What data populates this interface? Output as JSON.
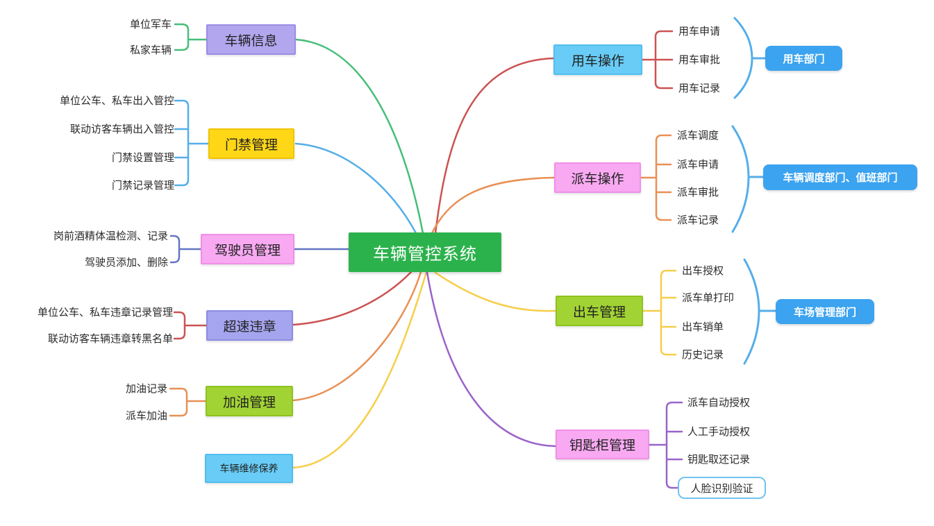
{
  "center": {
    "label": "车辆管控系统",
    "color": "#2CB24C"
  },
  "left_branches": [
    {
      "label": "车辆信息",
      "box_color": "#B2A6EE",
      "border_color": "#9C8CE6",
      "line_color": "#45BE78",
      "children": [
        "单位军车",
        "私家车辆"
      ]
    },
    {
      "label": "门禁管理",
      "box_color": "#FFD716",
      "border_color": "#F0C400",
      "line_color": "#54AEE9",
      "children": [
        "单位公车、私车出入管控",
        "联动访客车辆出入管控",
        "门禁设置管理",
        "门禁记录管理"
      ]
    },
    {
      "label": "驾驶员管理",
      "box_color": "#F8A9F1",
      "border_color": "#F08FE8",
      "line_color": "#6276C4",
      "children": [
        "岗前酒精体温检测、记录",
        "驾驶员添加、删除"
      ]
    },
    {
      "label": "超速违章",
      "box_color": "#A5A5EF",
      "border_color": "#8C8CE0",
      "line_color": "#CC5252",
      "children": [
        "单位公车、私车违章记录管理",
        "联动访客车辆违章转黑名单"
      ]
    },
    {
      "label": "加油管理",
      "box_color": "#A2D334",
      "border_color": "#8FC220",
      "line_color": "#E89055",
      "children": [
        "加油记录",
        "派车加油"
      ]
    },
    {
      "label": "车辆维修保养",
      "box_color": "#68CCF6",
      "border_color": "#50BEF0",
      "line_color": "#F6CE49",
      "children": []
    }
  ],
  "right_branches": [
    {
      "label": "用车操作",
      "box_color": "#68CCF6",
      "border_color": "#50BEF0",
      "line_color": "#CC5252",
      "children": [
        "用车申请",
        "用车审批",
        "用车记录"
      ],
      "department": "用车部门"
    },
    {
      "label": "派车操作",
      "box_color": "#F8A9F1",
      "border_color": "#F08FE8",
      "line_color": "#E89055",
      "children": [
        "派车调度",
        "派车申请",
        "派车审批",
        "派车记录"
      ],
      "department": "车辆调度部门、值班部门"
    },
    {
      "label": "出车管理",
      "box_color": "#A2D334",
      "border_color": "#8FC220",
      "line_color": "#F6CE49",
      "children": [
        "出车授权",
        "派车单打印",
        "出车销单",
        "历史记录"
      ],
      "department": "车场管理部门"
    },
    {
      "label": "钥匙柜管理",
      "box_color": "#F8A9F1",
      "border_color": "#F08FE8",
      "line_color": "#9A63C9",
      "children": [
        "派车自动授权",
        "人工手动授权",
        "钥匙取还记录",
        "人脸识别验证"
      ]
    }
  ],
  "accent": {
    "department_button": "#3BA3EF",
    "brace": "#54AEE9",
    "highlight_border": "#6FC3F0"
  }
}
